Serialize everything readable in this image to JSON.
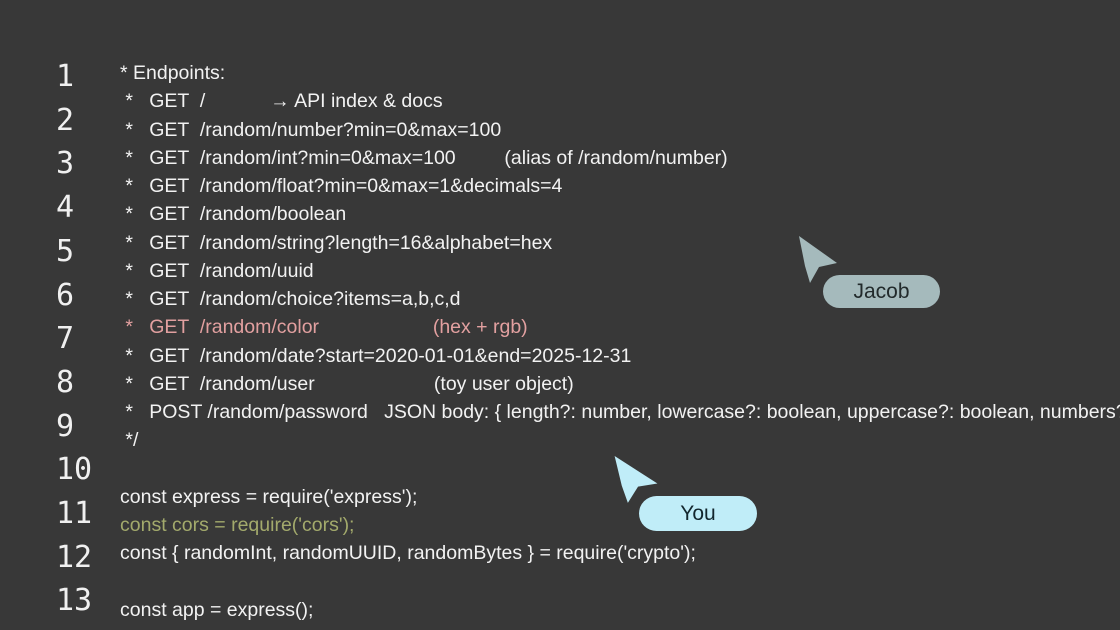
{
  "colors": {
    "background": "#383838",
    "default": "#f2f2f2",
    "pink": "#e2a0a0",
    "olive": "#a3aa6c",
    "line_number": "#f0f0f0"
  },
  "gutter": {
    "numbers": [
      "1",
      "2",
      "3",
      "4",
      "5",
      "6",
      "7",
      "8",
      "9",
      "10",
      "11",
      "12",
      "13"
    ]
  },
  "editor": {
    "lines": [
      {
        "text": "* Endpoints:",
        "color": "default"
      },
      {
        "text": " *   GET  /            → API index & docs",
        "color": "default"
      },
      {
        "text": " *   GET  /random/number?min=0&max=100",
        "color": "default"
      },
      {
        "text": " *   GET  /random/int?min=0&max=100         (alias of /random/number)",
        "color": "default"
      },
      {
        "text": " *   GET  /random/float?min=0&max=1&decimals=4",
        "color": "default"
      },
      {
        "text": " *   GET  /random/boolean",
        "color": "default"
      },
      {
        "text": " *   GET  /random/string?length=16&alphabet=hex",
        "color": "default"
      },
      {
        "text": " *   GET  /random/uuid",
        "color": "default"
      },
      {
        "text": " *   GET  /random/choice?items=a,b,c,d",
        "color": "default"
      },
      {
        "text": " *   GET  /random/color                     (hex + rgb)",
        "color": "pink"
      },
      {
        "text": " *   GET  /random/date?start=2020-01-01&end=2025-12-31",
        "color": "default"
      },
      {
        "text": " *   GET  /random/user                      (toy user object)",
        "color": "default"
      },
      {
        "text": " *   POST /random/password   JSON body: { length?: number, lowercase?: boolean, uppercase?: boolean, numbers?: b",
        "color": "default"
      },
      {
        "text": " */",
        "color": "default"
      },
      {
        "text": "",
        "color": "default"
      },
      {
        "text": "const express = require('express');",
        "color": "default"
      },
      {
        "text": "const cors = require('cors');",
        "color": "olive"
      },
      {
        "text": "const { randomInt, randomUUID, randomBytes } = require('crypto');",
        "color": "default"
      },
      {
        "text": "",
        "color": "default"
      },
      {
        "text": "const app = express();",
        "color": "default"
      }
    ]
  },
  "cursors": [
    {
      "label": "Jacob",
      "color": "#a5babc",
      "text_color": "#222a2b"
    },
    {
      "label": "You",
      "color": "#c0edf8",
      "text_color": "#13272e"
    }
  ]
}
